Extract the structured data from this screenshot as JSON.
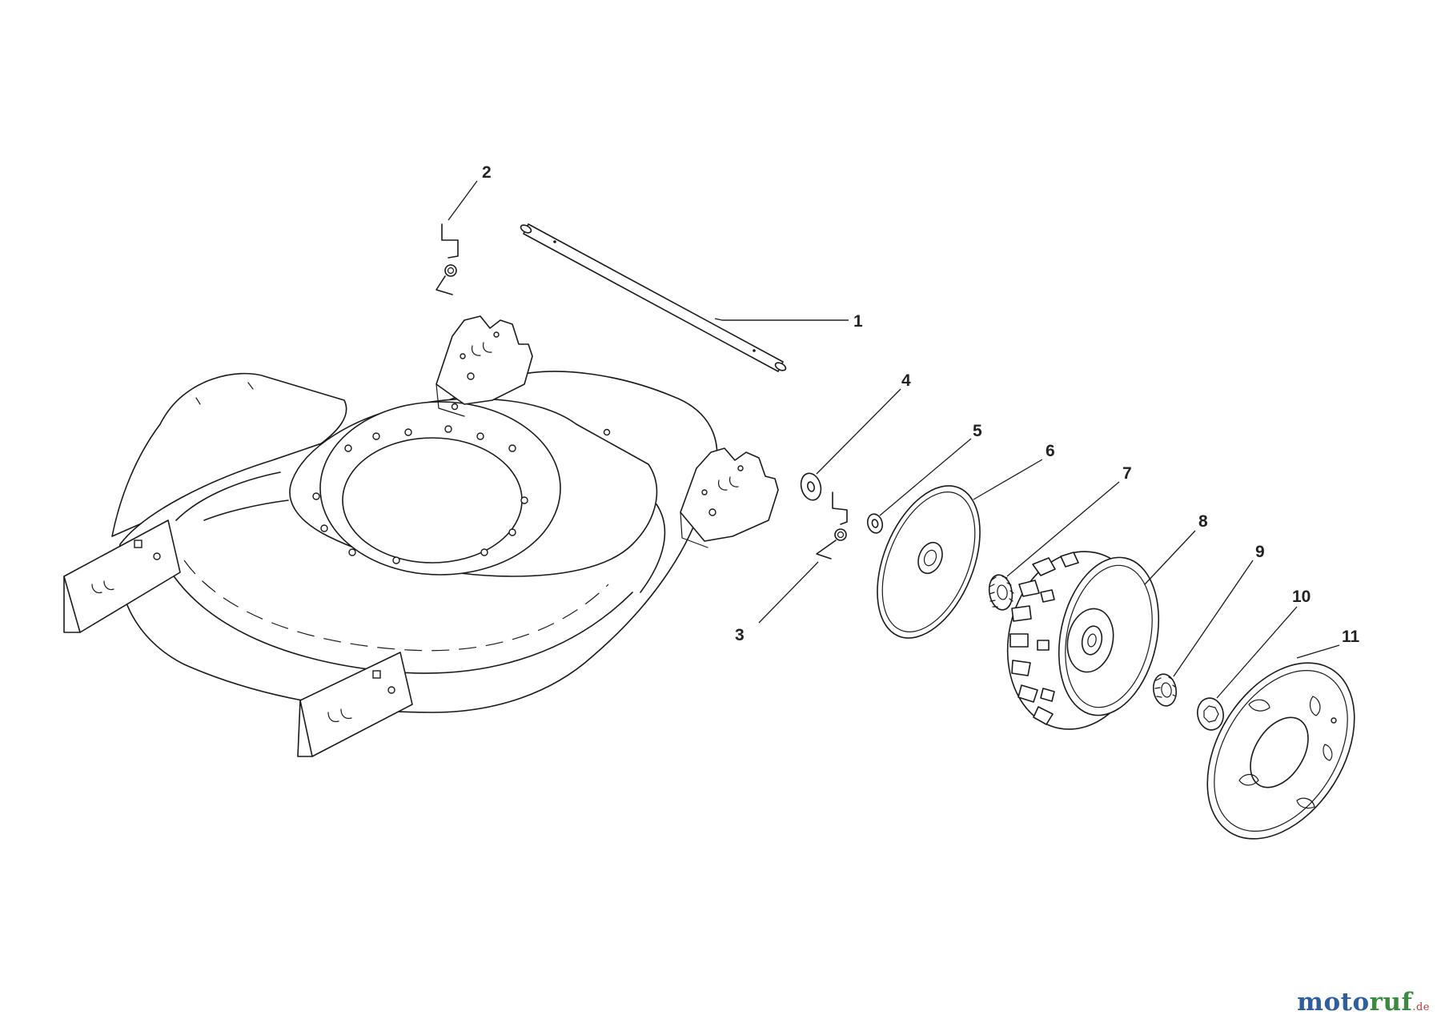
{
  "diagram": {
    "callouts": [
      "1",
      "2",
      "3",
      "4",
      "5",
      "6",
      "7",
      "8",
      "9",
      "10",
      "11"
    ]
  },
  "watermark": {
    "part1": "moto",
    "part2": "ruf",
    "part3": ".de"
  },
  "colors": {
    "line": "#1a1a1a",
    "watermark_blue": "#2f5e9c",
    "watermark_green": "#3b8a3f",
    "watermark_red": "#c0392b"
  }
}
